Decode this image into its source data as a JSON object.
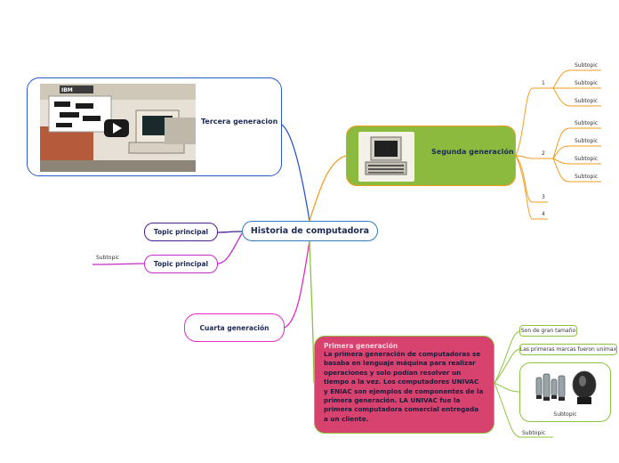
{
  "central": {
    "label": "Historia de computadora"
  },
  "tercera": {
    "label": "Tercera generacion",
    "image_brand": "IBM"
  },
  "segunda": {
    "label": "Segunda generación"
  },
  "segunda_branches": [
    {
      "label": "1",
      "subtopics": [
        "Subtopic",
        "Subtopic",
        "Subtopic"
      ]
    },
    {
      "label": "2",
      "subtopics": [
        "Subtopic",
        "Subtopic",
        "Subtopic",
        "Subtopic"
      ]
    },
    {
      "label": "3"
    },
    {
      "label": "4"
    }
  ],
  "topic1": {
    "label": "Topic principal"
  },
  "topic2": {
    "label": "Topic principal",
    "subtopic": "Subtopic"
  },
  "cuarta": {
    "label": "Cuarta generación"
  },
  "primera": {
    "title": "Primera generación",
    "body": "La primera generación de computadoras se basaba en lenguaje máquina para realizar operaciones y solo podían resolver un tiempo a la vez. Los computadores UNIVAC y ENIAC son ejemplos de componentes de la primera generación. LA UNIVAC fue la primera computadora comercial entregada a un cliente."
  },
  "primera_subs": {
    "tamano": "Son de gran tamaño",
    "marcas": "Las primeras marcas fueron unimax",
    "image_caption": "Subtopic",
    "last": "Subtopic"
  },
  "colors": {
    "central_border": "#2e7bc4",
    "tercera_border": "#2a56c7",
    "segunda_fill": "#8bba3f",
    "segunda_link": "#f29d21",
    "topic1_border": "#4a1c90",
    "topic2_border": "#c42acb",
    "cuarta_border": "#e32bc6",
    "primera_fill": "#d8426f",
    "primera_link": "#8bc53f"
  }
}
